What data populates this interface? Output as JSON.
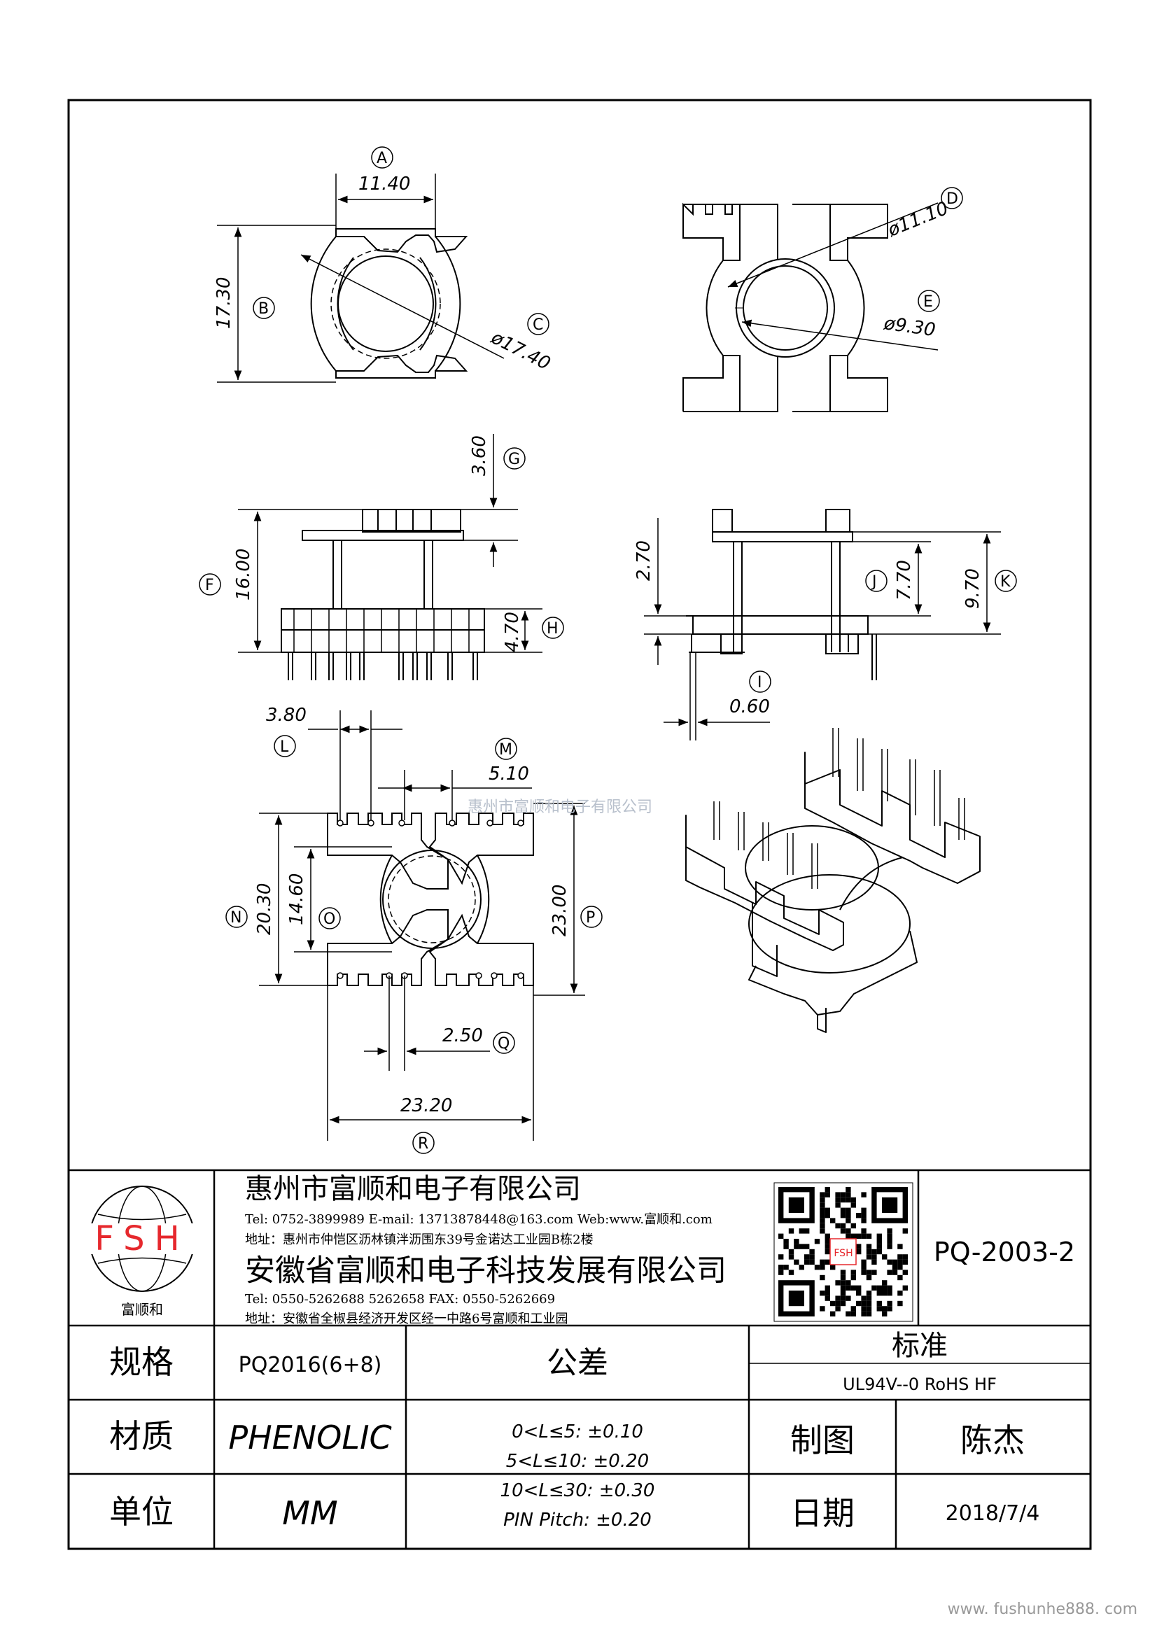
{
  "drawing": {
    "dims": {
      "A": "11.40",
      "B": "17.30",
      "C": "ø17.40",
      "D": "ø11.10",
      "E": "ø9.30",
      "F": "16.00",
      "G": "3.60",
      "H": "4.70",
      "I": "0.60",
      "J": "7.70",
      "K": "9.70",
      "L": "3.80",
      "M": "5.10",
      "N": "20.30",
      "O": "14.60",
      "P": "23.00",
      "Q": "2.50",
      "R": "23.20",
      "J2": "2.70"
    },
    "balloons": [
      "A",
      "B",
      "C",
      "D",
      "E",
      "F",
      "G",
      "H",
      "I",
      "J",
      "K",
      "L",
      "M",
      "N",
      "O",
      "P",
      "Q",
      "R"
    ],
    "watermark": "惠州市富顺和电子有限公司"
  },
  "title_block": {
    "logo": {
      "text": "FSH",
      "name": "富顺和"
    },
    "company1": "惠州市富顺和电子有限公司",
    "company1_contact": "Tel:  0752-3899989  E-mail: 13713878448@163.com  Web:www.富顺和.com",
    "company1_address": "地址：惠州市仲恺区沥林镇泮沥围东39号金诺达工业园B栋2楼",
    "company2": "安徽省富顺和电子科技发展有限公司",
    "company2_contact": "Tel:  0550-5262688  5262658      FAX: 0550-5262669",
    "company2_address": "地址：安徽省全椒县经济开发区经一中路6号富顺和工业园",
    "qr_label": "FSH",
    "part_number": "PQ-2003-2",
    "spec_label": "规格",
    "spec_value": "PQ2016(6+8)",
    "tolerance_label": "公差",
    "tolerances": [
      "0<L≤5: ±0.10",
      "5<L≤10: ±0.20",
      "10<L≤30: ±0.30",
      "PIN Pitch: ±0.20"
    ],
    "standard_label": "标准",
    "standard_value": "UL94V--0  RoHS HF",
    "material_label": "材质",
    "material_value": "PHENOLIC",
    "unit_label": "单位",
    "unit_value": "MM",
    "drawn_label": "制图",
    "drawn_value": "陈杰",
    "date_label": "日期",
    "date_value": "2018/7/4"
  },
  "footer_url": "www. fushunhe888. com"
}
